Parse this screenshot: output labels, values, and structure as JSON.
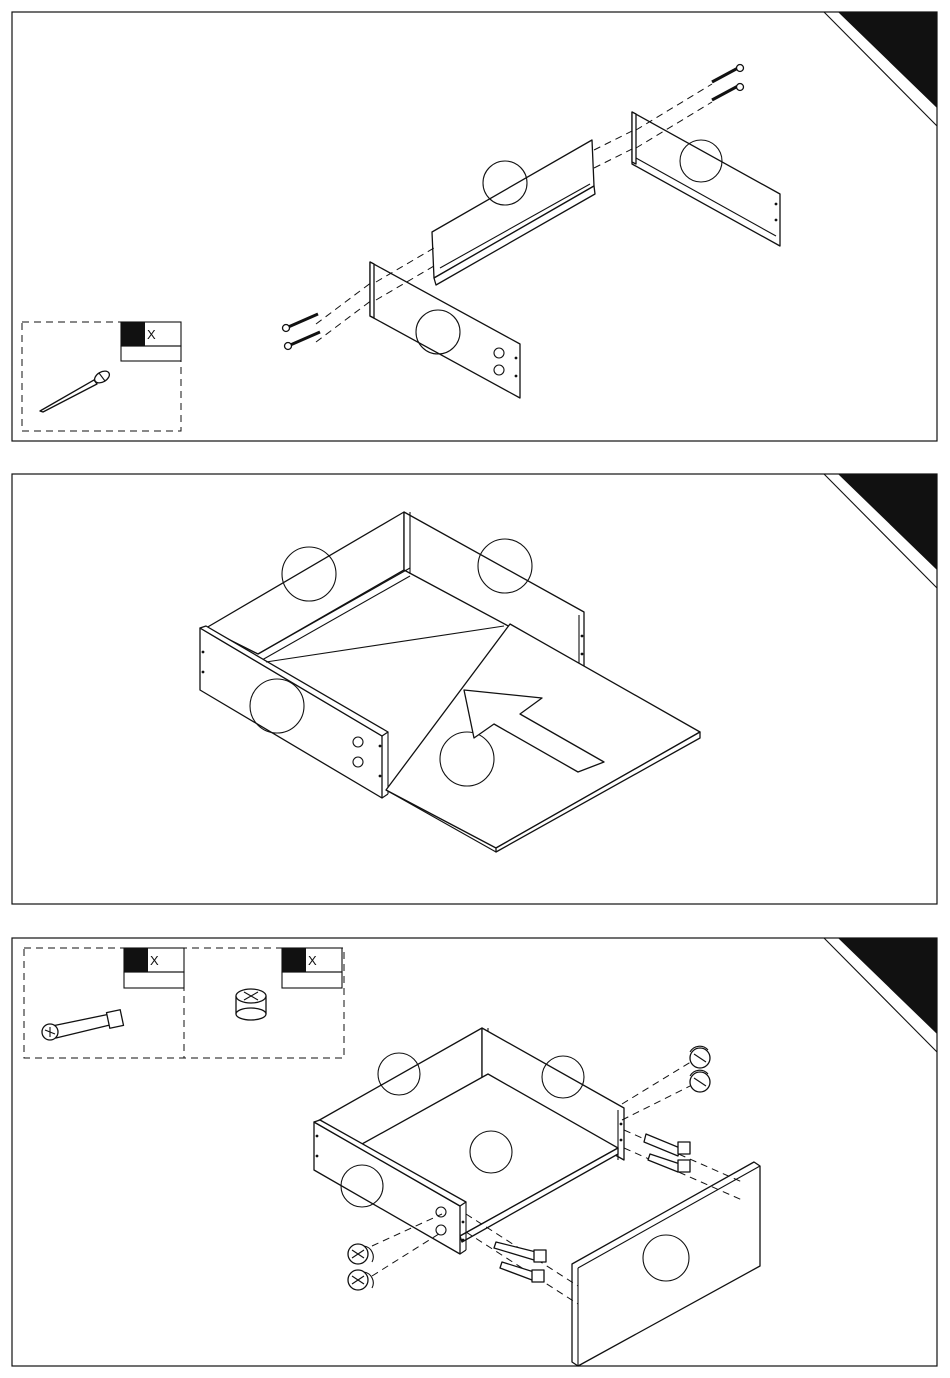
{
  "steps": [
    {
      "hardware": [
        {
          "icon": "wood-screw-icon",
          "qty_marker": "X",
          "qty_value": ""
        }
      ]
    },
    {
      "hardware": []
    },
    {
      "hardware": [
        {
          "icon": "cam-bolt-icon",
          "qty_marker": "X",
          "qty_value": ""
        },
        {
          "icon": "cam-lock-icon",
          "qty_marker": "X",
          "qty_value": ""
        }
      ]
    }
  ],
  "colors": {
    "ink": "#111111",
    "paper": "#ffffff"
  }
}
